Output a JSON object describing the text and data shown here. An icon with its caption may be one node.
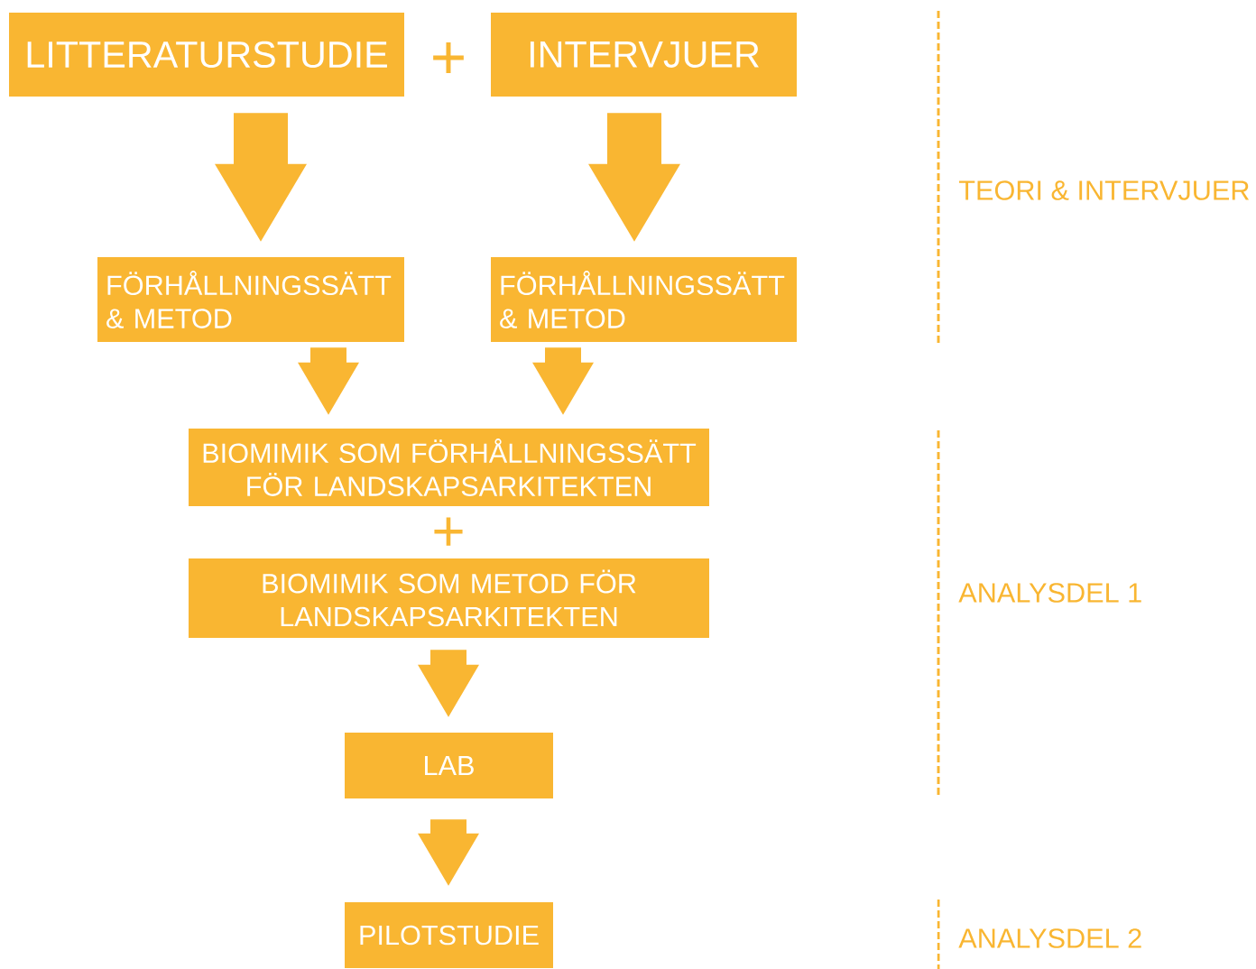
{
  "diagram": {
    "nodes": [
      {
        "text": [
          "LITTERATURSTUDIE"
        ]
      },
      {
        "text": [
          "INTERVJUER"
        ]
      },
      {
        "text": [
          "FÖRHÅLLNINGSSÄTT & METOD"
        ]
      },
      {
        "text": [
          "FÖRHÅLLNINGSSÄTT & METOD"
        ]
      },
      {
        "text": [
          "BIOMIMIK SOM FÖRHÅLLNINGSSÄTT FÖR LANDSKAPSARKITEKTEN"
        ]
      },
      {
        "text": [
          "BIOMIMIK SOM METOD FÖR LANDSKAPSARKITEKTEN"
        ]
      },
      {
        "text": [
          "LAB"
        ]
      },
      {
        "text": [
          "PILOTSTUDIE"
        ]
      }
    ],
    "edges": [
      {
        "from": 0,
        "to": 2,
        "arrow": "to"
      },
      {
        "from": 1,
        "to": 3,
        "arrow": "to"
      },
      {
        "from": 2,
        "to": 4,
        "arrow": "to"
      },
      {
        "from": 3,
        "to": 4,
        "arrow": "to"
      },
      {
        "from": 5,
        "to": 6,
        "arrow": "to"
      },
      {
        "from": 6,
        "to": 7,
        "arrow": "to"
      }
    ],
    "labels": [
      "+",
      "+",
      "TEORI & INTERVJUER",
      "ANALYSDEL 1",
      "ANALYSDEL 2"
    ]
  }
}
